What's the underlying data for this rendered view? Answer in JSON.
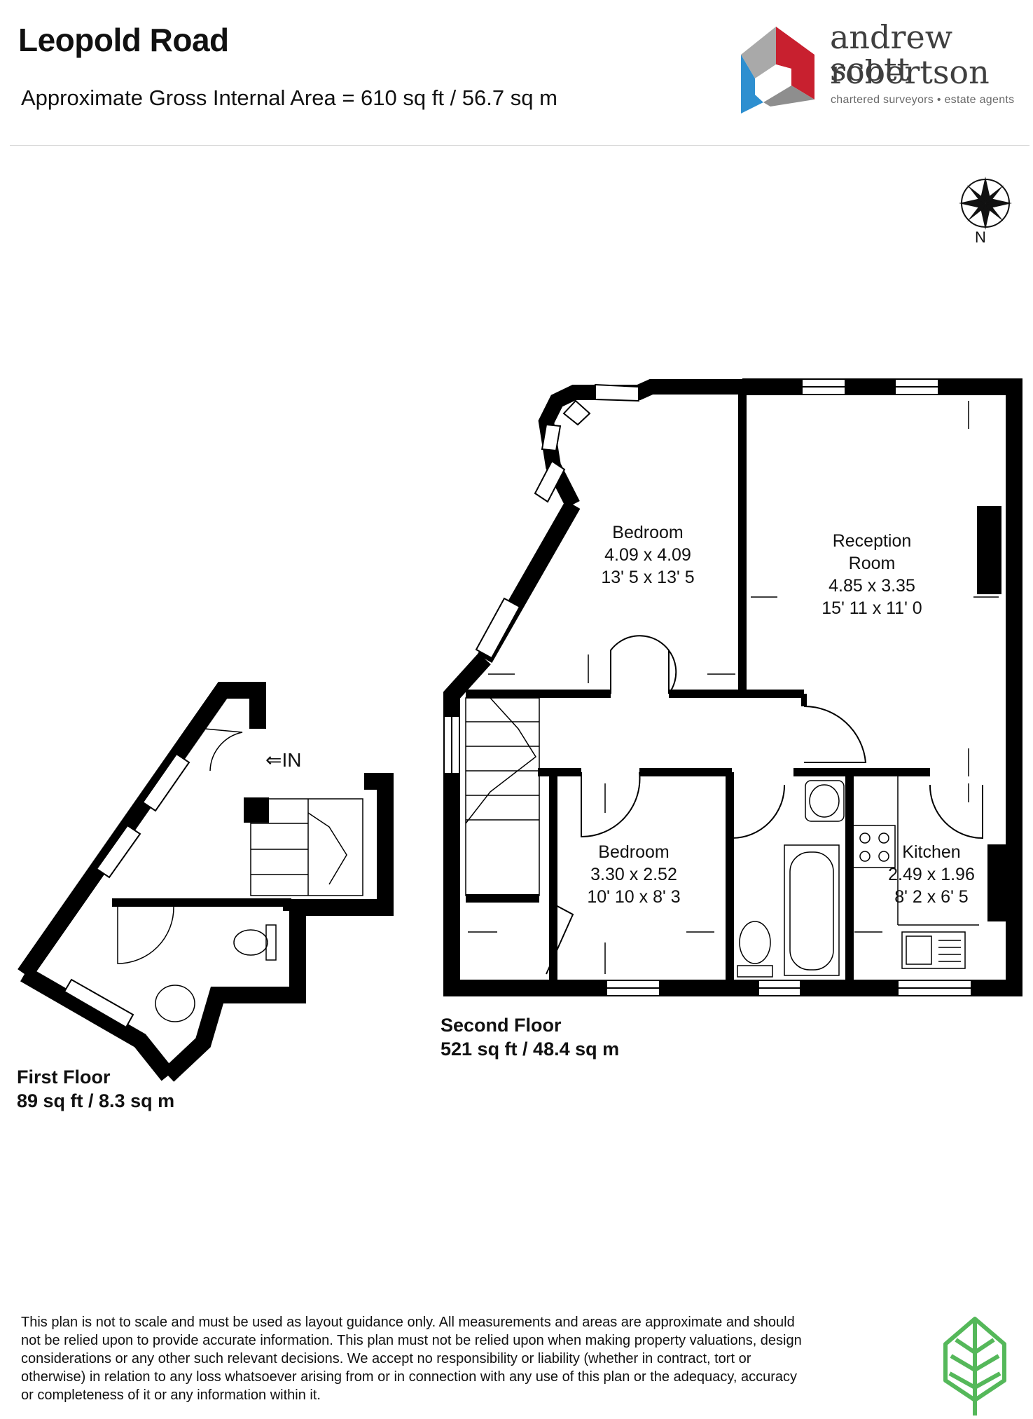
{
  "header": {
    "title": "Leopold Road",
    "subtitle": "Approximate Gross Internal Area = 610 sq ft / 56.7 sq m"
  },
  "brand": {
    "name_line1": "andrew scott",
    "name_line2": "robertson",
    "tagline": "chartered surveyors  •  estate agents",
    "colors": {
      "red": "#c8202f",
      "blue": "#2e8fd0",
      "grey": "#a9a9a9",
      "green": "#55b85a"
    }
  },
  "compass": {
    "label": "N"
  },
  "floors": {
    "first": {
      "name": "First Floor",
      "area": "89 sq ft / 8.3 sq m",
      "entrance": "IN"
    },
    "second": {
      "name": "Second Floor",
      "area": "521 sq ft / 48.4 sq m"
    }
  },
  "rooms": [
    {
      "name": "Bedroom",
      "metric": "4.09 x 4.09",
      "imperial": "13' 5 x 13' 5"
    },
    {
      "name": "Reception Room",
      "metric": "4.85 x 3.35",
      "imperial": "15' 11 x 11' 0"
    },
    {
      "name": "Bedroom",
      "metric": "3.30 x 2.52",
      "imperial": "10' 10 x 8' 3"
    },
    {
      "name": "Kitchen",
      "metric": "2.49 x 1.96",
      "imperial": "8' 2 x 6' 5"
    }
  ],
  "disclaimer": "This plan is not to scale and must be used as layout guidance only. All measurements and areas are approximate and should not be relied upon to provide accurate information. This plan must not be relied upon when making property valuations, design considerations or any other such relevant decisions. We accept no responsibility or liability (whether in contract, tort or otherwise) in relation to any loss whatsoever arising from or in connection with any use of this plan or the adequacy, accuracy or completeness of it or any information within it."
}
